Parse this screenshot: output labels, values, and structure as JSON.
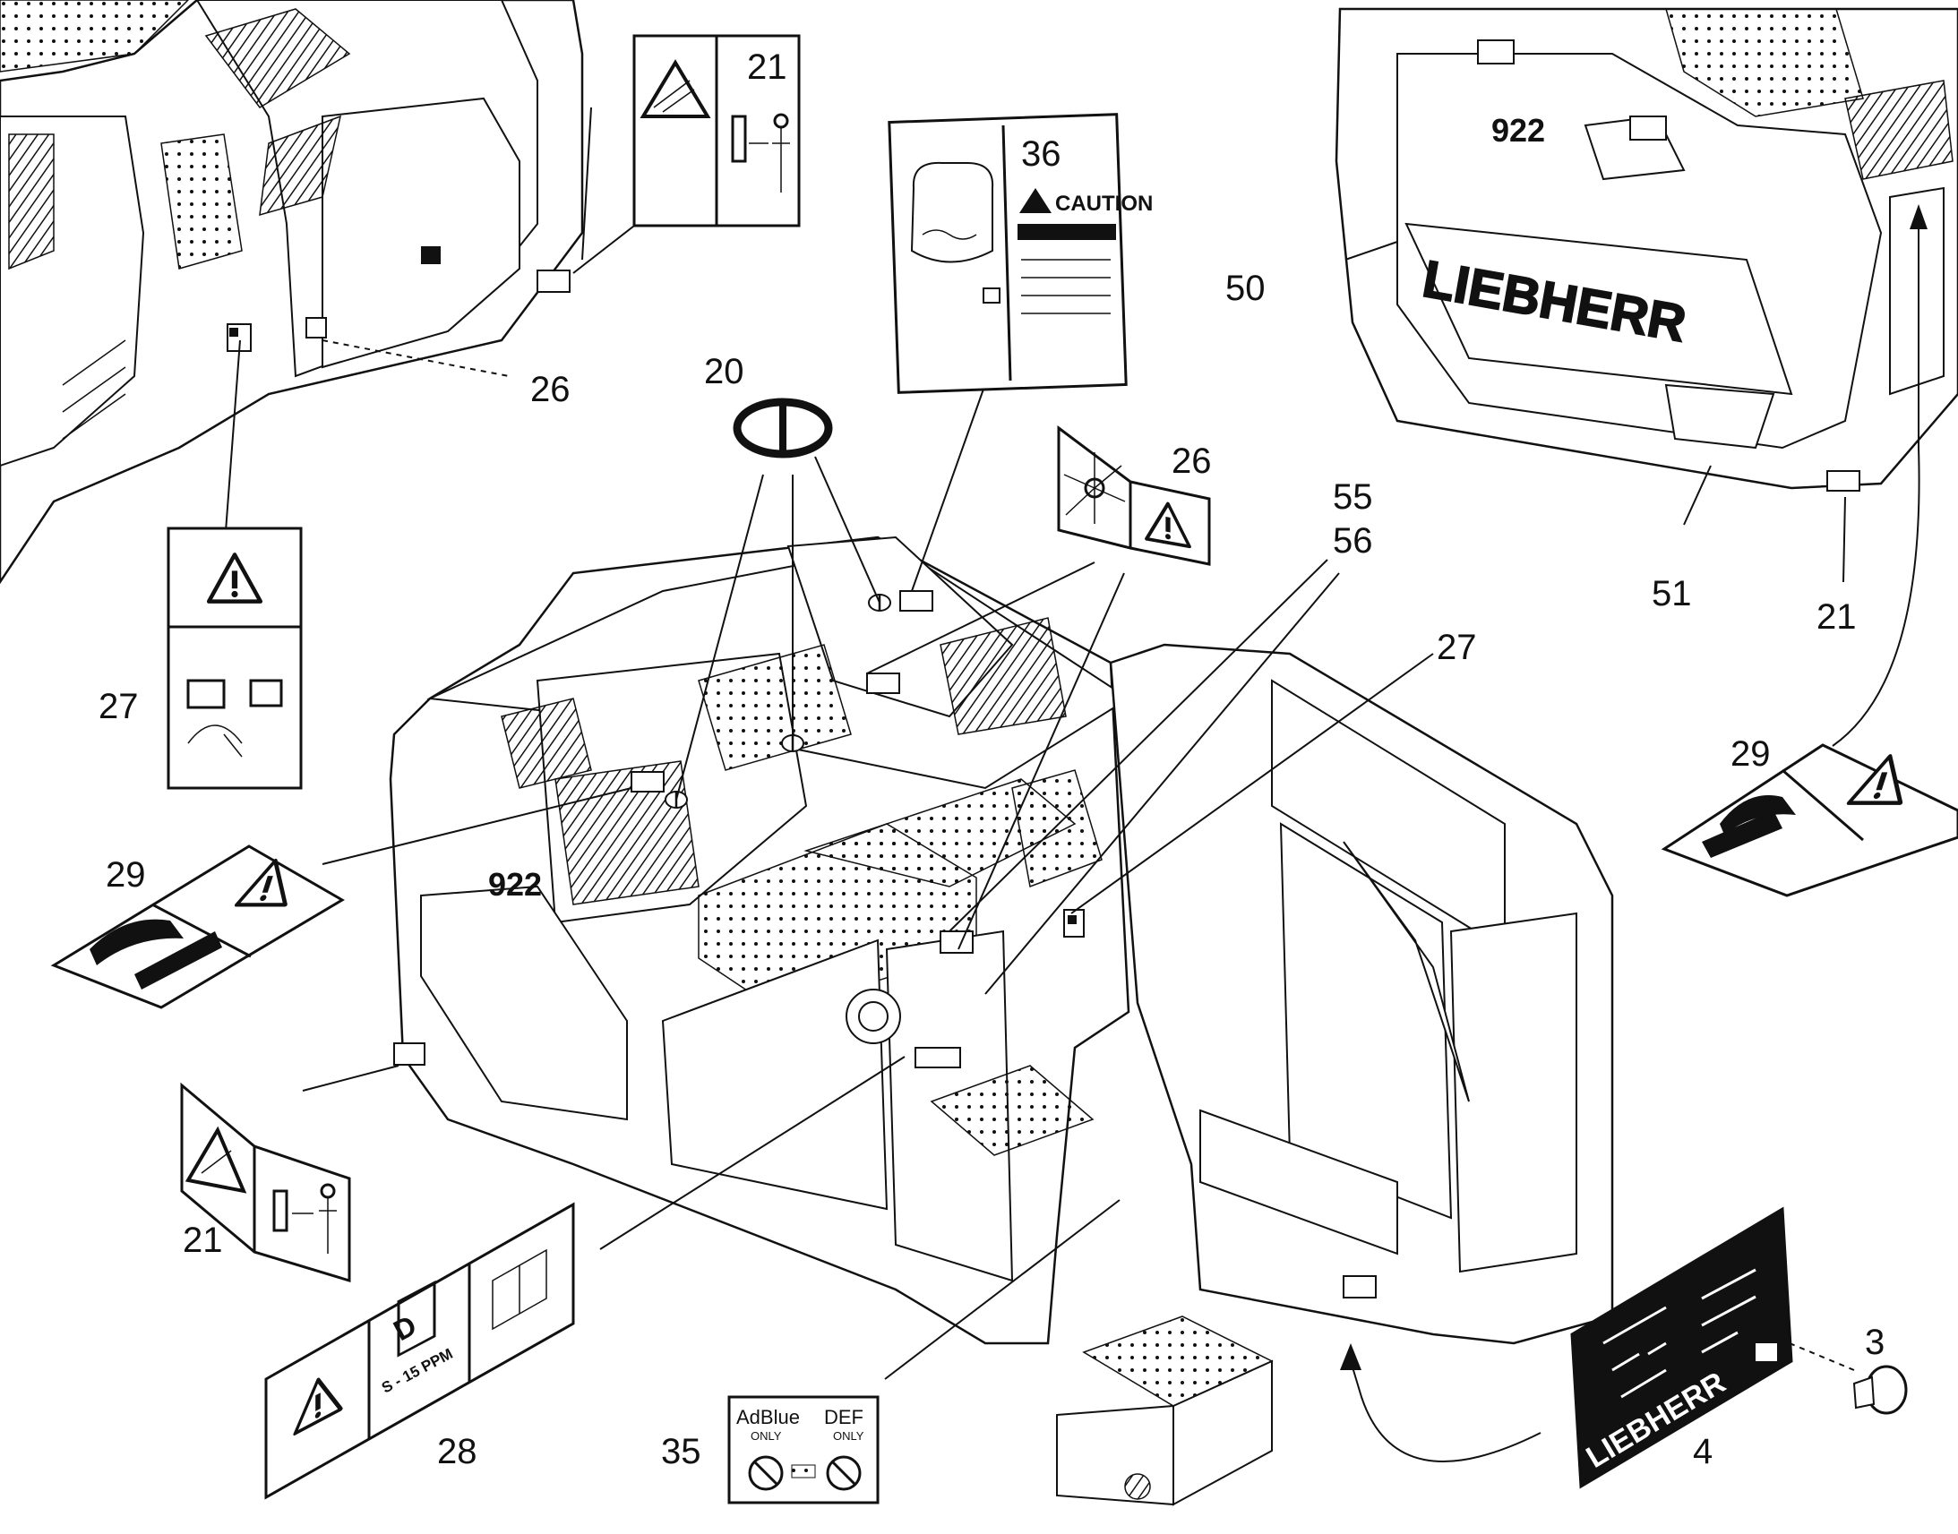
{
  "callouts": {
    "c20": "20",
    "c21_top": "21",
    "c21_left": "21",
    "c21_right": "21",
    "c26_top": "26",
    "c26_mid": "26",
    "c27_left": "27",
    "c27_mid": "27",
    "c29_left": "29",
    "c29_right": "29",
    "c36": "36",
    "c50": "50",
    "c51": "51",
    "c55": "55",
    "c56": "56",
    "c28": "28",
    "c35": "35",
    "c4": "4",
    "c3": "3"
  },
  "decal_text": {
    "caution": "CAUTION",
    "fuel_spec": "S - 15 PPM",
    "fuel_letter": "D",
    "adblue": "AdBlue",
    "adblue_only": "ONLY",
    "def": "DEF",
    "def_only": "ONLY",
    "model_number": "922",
    "brand": "LIEBHERR"
  }
}
